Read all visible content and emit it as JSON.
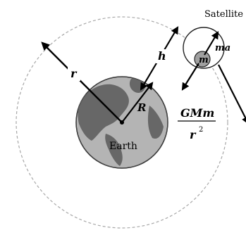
{
  "labels": {
    "satellite": "Satellite",
    "earth": "Earth",
    "r": "r",
    "h": "h",
    "R": "R",
    "m": "m",
    "ma": "ma",
    "force_numerator": "GMm",
    "force_denominator": "r",
    "force_exponent": "2"
  },
  "colors": {
    "orbit": "#a8a8a8",
    "earth_fill": "#b4b4b4",
    "earth_land": "#5a5a5a",
    "arrow": "#000000",
    "satellite_mass_fill": "#a0a0a0"
  }
}
